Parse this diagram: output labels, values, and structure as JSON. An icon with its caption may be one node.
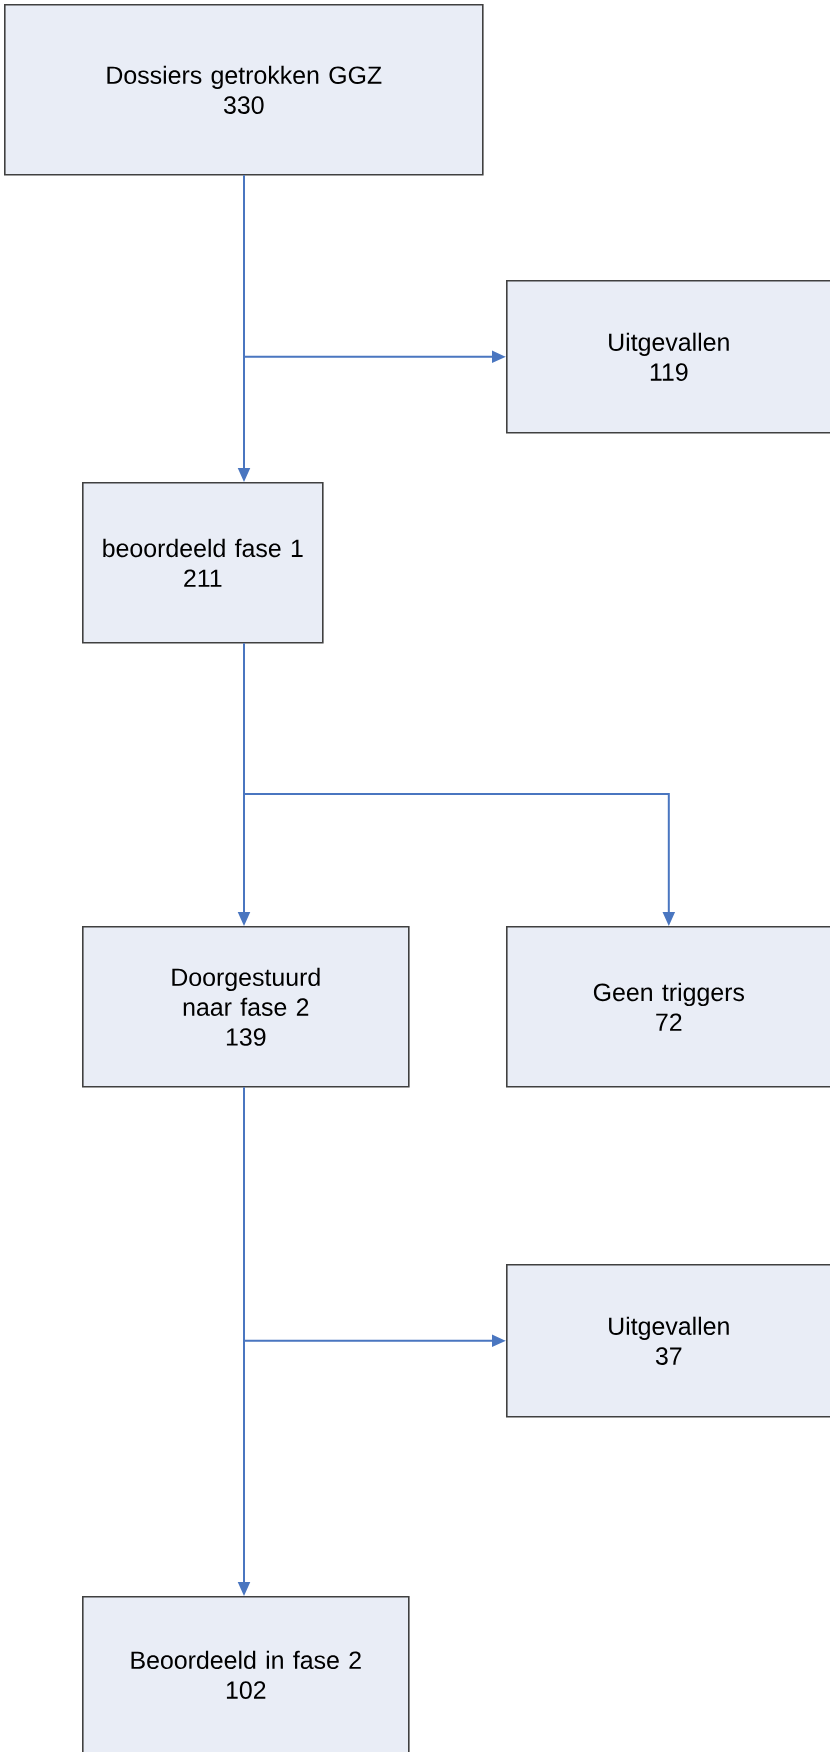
{
  "diagram": {
    "nodes": [
      {
        "text": [
          "Dossiers getrokken GGZ",
          "330"
        ]
      },
      {
        "text": [
          "Uitgevallen",
          "119"
        ]
      },
      {
        "text": [
          "beoordeeld fase 1",
          "211"
        ]
      },
      {
        "text": [
          "Doorgestuurd naar fase 2",
          "139"
        ]
      },
      {
        "text": [
          "Geen triggers",
          "72"
        ]
      },
      {
        "text": [
          "Uitgevallen",
          "37"
        ]
      },
      {
        "text": [
          "Beoordeeld in fase 2",
          "102"
        ]
      }
    ],
    "edges": [
      {
        "from": 0,
        "to": 1,
        "arrow": "to"
      },
      {
        "from": 0,
        "to": 2,
        "arrow": "to"
      },
      {
        "from": 2,
        "to": 3,
        "arrow": "to"
      },
      {
        "from": 2,
        "to": 4,
        "arrow": "to"
      },
      {
        "from": 3,
        "to": 5,
        "arrow": "to"
      },
      {
        "from": 3,
        "to": 6,
        "arrow": "to"
      }
    ]
  }
}
